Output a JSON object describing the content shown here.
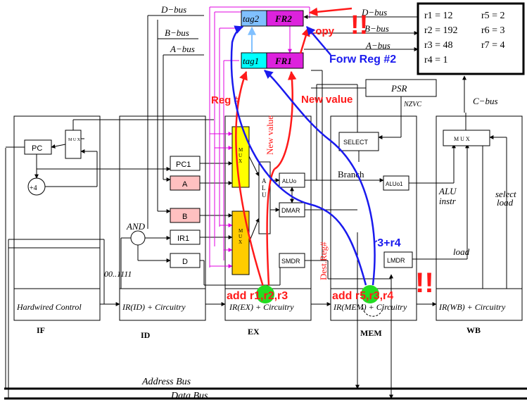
{
  "colors": {
    "red": "#ff1a1a",
    "blue": "#1a1aee",
    "magenta": "#e000e0",
    "green": "#22dd22",
    "yellow": "#ffff00",
    "orange": "#ffcc00",
    "pink": "#ffc0c0",
    "cyan": "#00ffff",
    "light_blue": "#80c0ff",
    "purple_fill": "#dd22dd"
  },
  "registers_box": {
    "left_col": [
      "r1 = 12",
      "r2 = 192",
      "r3 = 48",
      "r4 = 1"
    ],
    "right_col": [
      "r5 = 2",
      "r6 = 3",
      "r7 = 4"
    ]
  },
  "buses": {
    "d_bus": "D−bus",
    "b_bus": "B−bus",
    "a_bus": "A−bus",
    "c_bus": "C−bus",
    "d_bus_right": "D−bus",
    "b_bus_right": "B−bus",
    "a_bus_right": "A−bus",
    "address_bus": "Address Bus",
    "data_bus": "Data Bus"
  },
  "forwarding": {
    "tag2": "tag2",
    "fr2": "FR2",
    "tag1": "tag1",
    "fr1": "FR1",
    "copy": "copy",
    "forw_reg2": "Forw Reg #2",
    "exclaim": "!!"
  },
  "blocks": {
    "psr": "PSR",
    "nzvc": "NZVC",
    "select": "SELECT",
    "branch": "Branch",
    "aluo1": "ALUo1",
    "aluo": "ALUo",
    "dmar": "DMAR",
    "smdr": "SMDR",
    "lmdr": "LMDR",
    "alu": "A L U",
    "mux": "M U X",
    "pc": "PC",
    "plus4": "+4",
    "pc1": "PC1",
    "a": "A",
    "b": "B",
    "ir1": "IR1",
    "d": "D",
    "and": "AND",
    "imm": "00..1111"
  },
  "labels": {
    "reg_num": "Reg #",
    "new_value": "New value",
    "new_value_vert": "New value",
    "dest_reg": "Dest.Reg#",
    "r3_r4": "r3+r4",
    "load": "load",
    "alu_instr_1": "ALU",
    "alu_instr_2": "instr",
    "select_load_1": "select",
    "select_load_2": "load"
  },
  "instructions": {
    "ex": "add r1,r2,r3",
    "mem": "add r5,r3,r4"
  },
  "stages": {
    "if_ctrl": "Hardwired Control",
    "id_ctrl": "IR(ID) + Circuitry",
    "ex_ctrl": "IR(EX) + Circuitry",
    "mem_ctrl": "IR(MEM) + Circuitry",
    "wb_ctrl": "IR(WB) + Circuitry",
    "if": "IF",
    "id": "ID",
    "ex": "EX",
    "mem": "MEM",
    "wb": "WB"
  }
}
